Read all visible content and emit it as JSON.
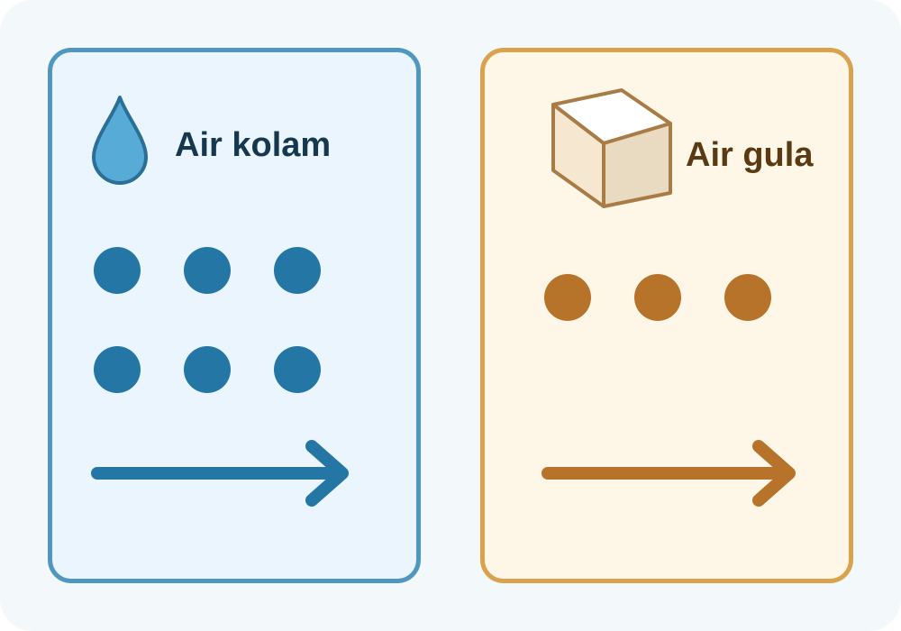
{
  "panels": [
    {
      "id": "water",
      "label": "Air kolam",
      "icon": "water-drop-icon",
      "dot_count": 6,
      "colors": {
        "border": "#4f97be",
        "fill": "#eaf5fd",
        "dot": "#2476a5",
        "text": "#16384f"
      }
    },
    {
      "id": "sugar",
      "label": "Air gula",
      "icon": "sugar-cube-icon",
      "dot_count": 3,
      "colors": {
        "border": "#d9a24e",
        "fill": "#fef7e8",
        "dot": "#b8732a",
        "text": "#5a3a12"
      }
    }
  ]
}
